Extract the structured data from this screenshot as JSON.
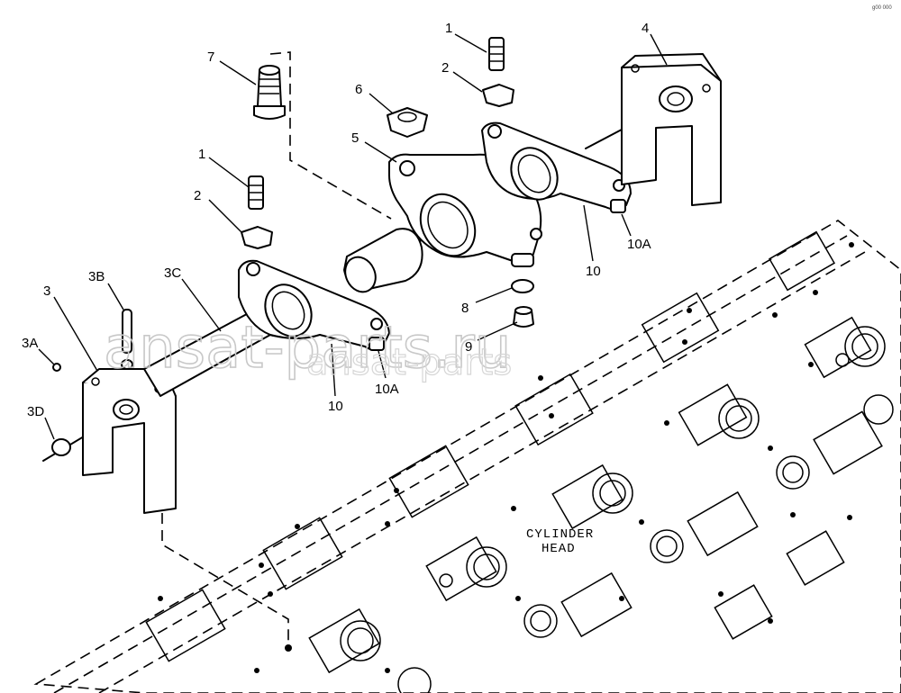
{
  "callouts": [
    {
      "id": "c1a",
      "text": "1"
    },
    {
      "id": "c2a",
      "text": "2"
    },
    {
      "id": "c4",
      "text": "4"
    },
    {
      "id": "c7",
      "text": "7"
    },
    {
      "id": "c6",
      "text": "6"
    },
    {
      "id": "c5",
      "text": "5"
    },
    {
      "id": "c1b",
      "text": "1"
    },
    {
      "id": "c2b",
      "text": "2"
    },
    {
      "id": "c3b",
      "text": "3B"
    },
    {
      "id": "c3c",
      "text": "3C"
    },
    {
      "id": "c3",
      "text": "3"
    },
    {
      "id": "c3a",
      "text": "3A"
    },
    {
      "id": "c3d",
      "text": "3D"
    },
    {
      "id": "c10a",
      "text": "10"
    },
    {
      "id": "c10aa",
      "text": "10A"
    },
    {
      "id": "c10b",
      "text": "10"
    },
    {
      "id": "c10ab",
      "text": "10A"
    },
    {
      "id": "c8",
      "text": "8"
    },
    {
      "id": "c9",
      "text": "9"
    }
  ],
  "cylinder_head_label": [
    "CYLINDER",
    "HEAD"
  ],
  "watermark": "ansat-parts.ru",
  "watermark_secondary": "ansat-parts",
  "corner_tag": "g00 000"
}
